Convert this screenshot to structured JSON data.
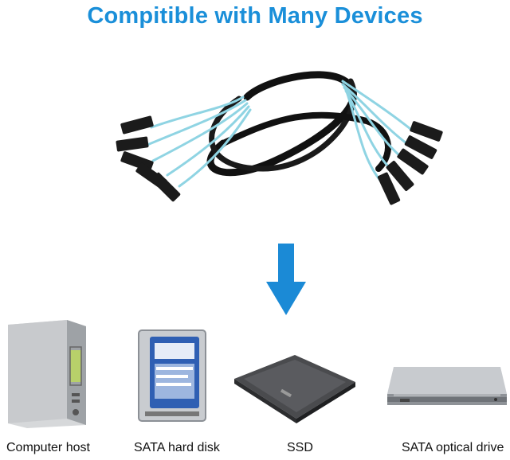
{
  "title": "Compitible with Many Devices",
  "colors": {
    "title": "#1a8fd9",
    "arrow": "#1b8ad6",
    "cable": "#8fd4e3"
  },
  "devices": [
    {
      "label": "Computer host",
      "icon": "computer-host-icon"
    },
    {
      "label": "SATA hard disk",
      "icon": "hard-disk-icon"
    },
    {
      "label": "SSD",
      "icon": "ssd-icon"
    },
    {
      "label": "SATA optical drive",
      "icon": "optical-drive-icon"
    }
  ],
  "product_image": "sata-cable-bundle"
}
